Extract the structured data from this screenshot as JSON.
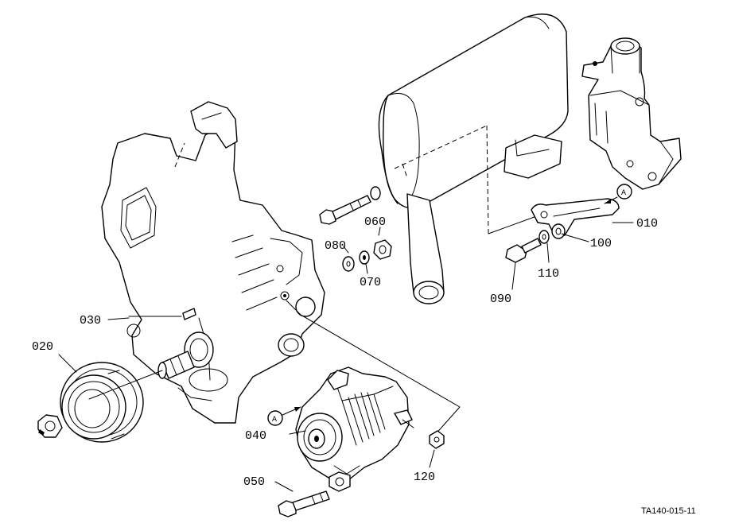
{
  "callouts": {
    "p010": "010",
    "p020": "020",
    "p030": "030",
    "p040": "040",
    "p050": "050",
    "p060": "060",
    "p070": "070",
    "p080": "080",
    "p090": "090",
    "p100": "100",
    "p110": "110",
    "p120": "120"
  },
  "ref_marks": {
    "a_upper": "A",
    "a_lower": "A"
  },
  "drawing_code": "TA140-015-11"
}
